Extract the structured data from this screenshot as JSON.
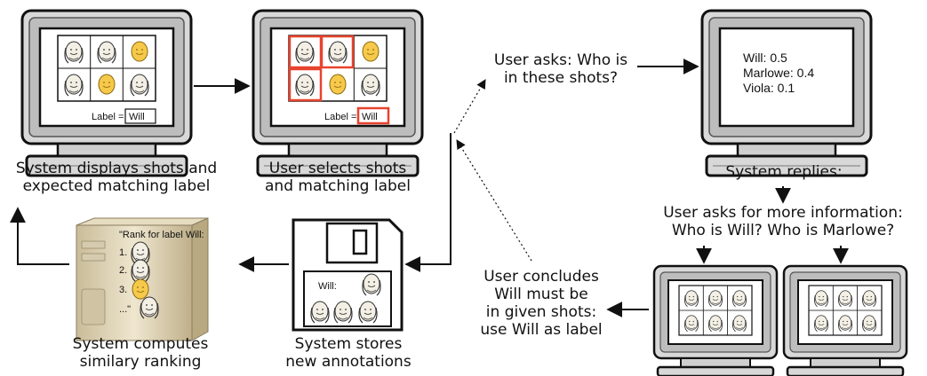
{
  "captions": {
    "displays": [
      "System displays shots and",
      "expected matching label"
    ],
    "selects": [
      "User selects shots",
      "and matching label"
    ],
    "asks": [
      "User asks: Who is",
      "in these shots?"
    ],
    "replies": "System replies:",
    "more_info": [
      "User asks for more information:",
      "Who is Will? Who is Marlowe?"
    ],
    "concludes": [
      "User concludes",
      "Will must be",
      "in given shots:",
      "use Will as label"
    ],
    "stores": [
      "System stores",
      "new annotations"
    ],
    "computes": [
      "System computes",
      "similary ranking"
    ]
  },
  "screens": {
    "display_label_prefix": "Label =",
    "display_label_value": "Will",
    "select_label_prefix": "Label =",
    "select_label_value": "Will",
    "reply_lines": [
      "Will: 0.5",
      "Marlowe: 0.4",
      "Viola: 0.1"
    ]
  },
  "disk": {
    "label": "Will:"
  },
  "ranking": {
    "title": "\"Rank for label Will:",
    "items": [
      "1.",
      "2.",
      "3.",
      "...\""
    ]
  },
  "colors": {
    "highlight": "#e8432e",
    "portrait_yellow": "#f6c94a",
    "tower": "#d9cdb0"
  }
}
